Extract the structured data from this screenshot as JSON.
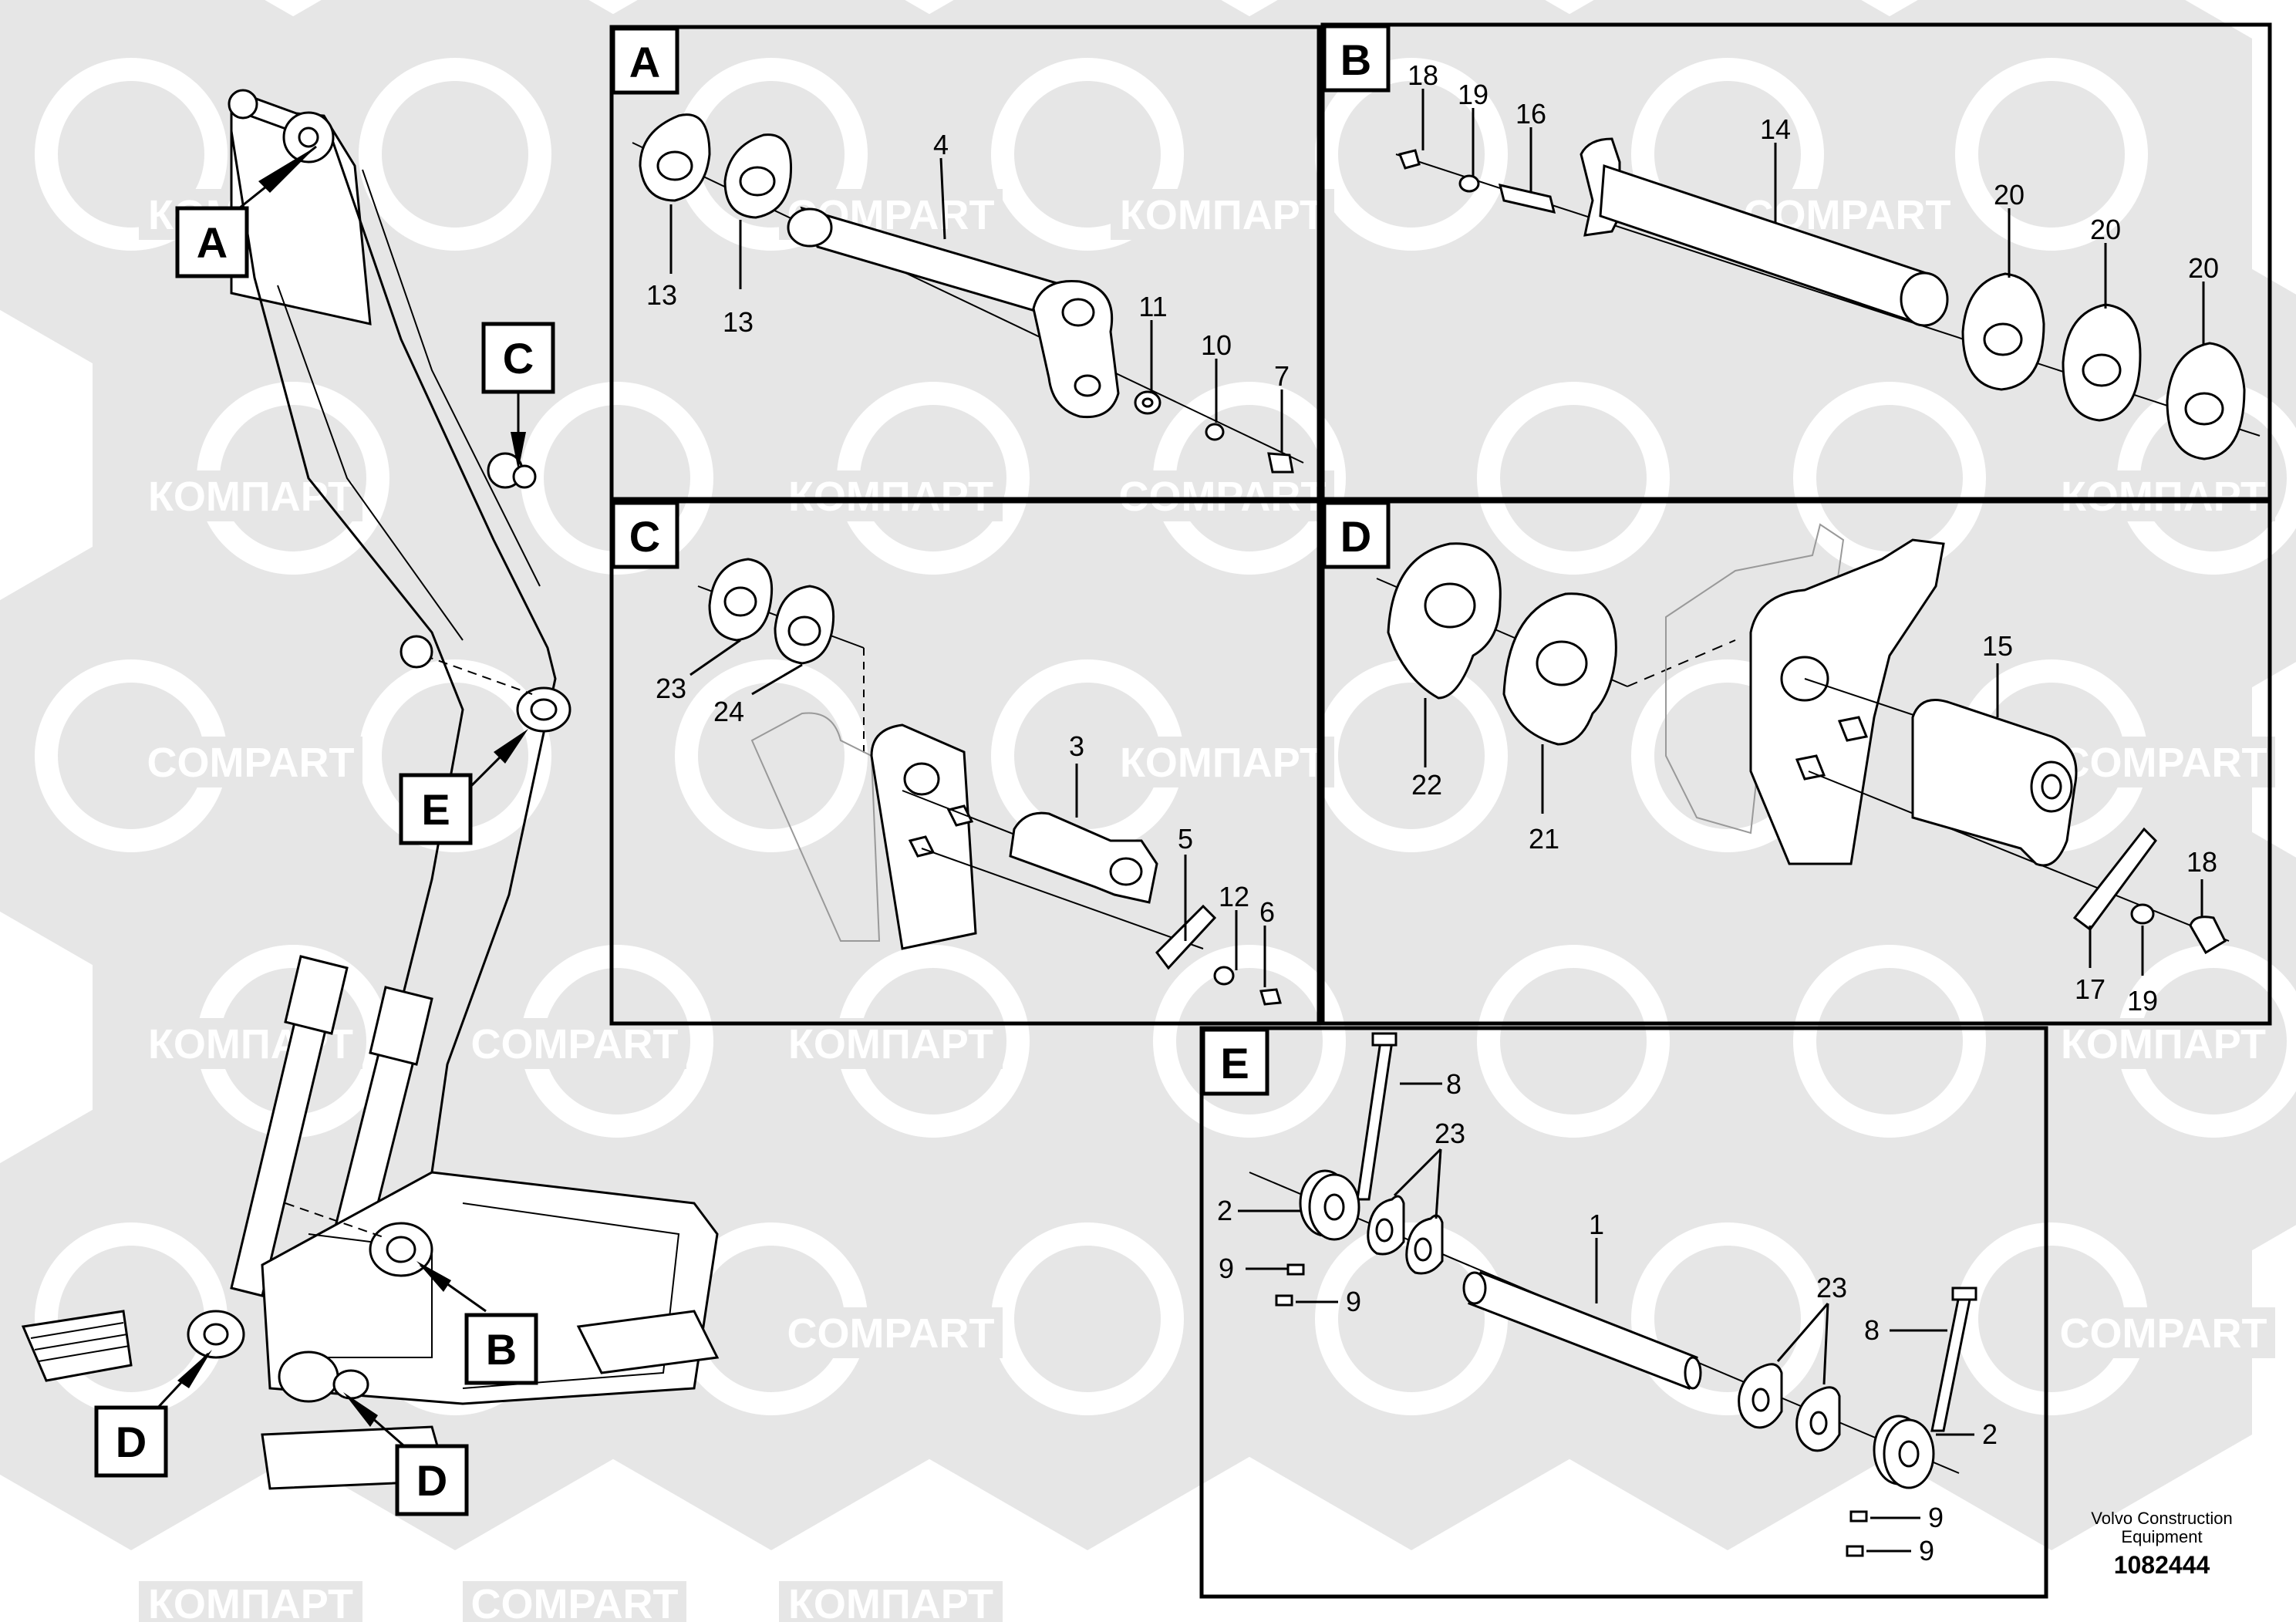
{
  "watermark": {
    "text_latin": "COMPART",
    "text_cyrillic": "КОМПАРТ"
  },
  "overview": {
    "tags": [
      "A",
      "B",
      "C",
      "D",
      "D",
      "E"
    ]
  },
  "panels": {
    "A": {
      "label": "A",
      "callouts": [
        "4",
        "13",
        "13",
        "11",
        "10",
        "7"
      ]
    },
    "B": {
      "label": "B",
      "callouts": [
        "18",
        "19",
        "16",
        "14",
        "20",
        "20",
        "20"
      ]
    },
    "C": {
      "label": "C",
      "callouts": [
        "23",
        "24",
        "3",
        "5",
        "12",
        "6"
      ]
    },
    "D": {
      "label": "D",
      "callouts": [
        "22",
        "21",
        "15",
        "18",
        "17",
        "19"
      ]
    },
    "E": {
      "label": "E",
      "callouts": [
        "8",
        "23",
        "2",
        "1",
        "9",
        "9",
        "23",
        "8",
        "2",
        "9",
        "9"
      ]
    }
  },
  "footer": {
    "company_line1": "Volvo Construction",
    "company_line2": "Equipment",
    "drawing_number": "1082444"
  }
}
